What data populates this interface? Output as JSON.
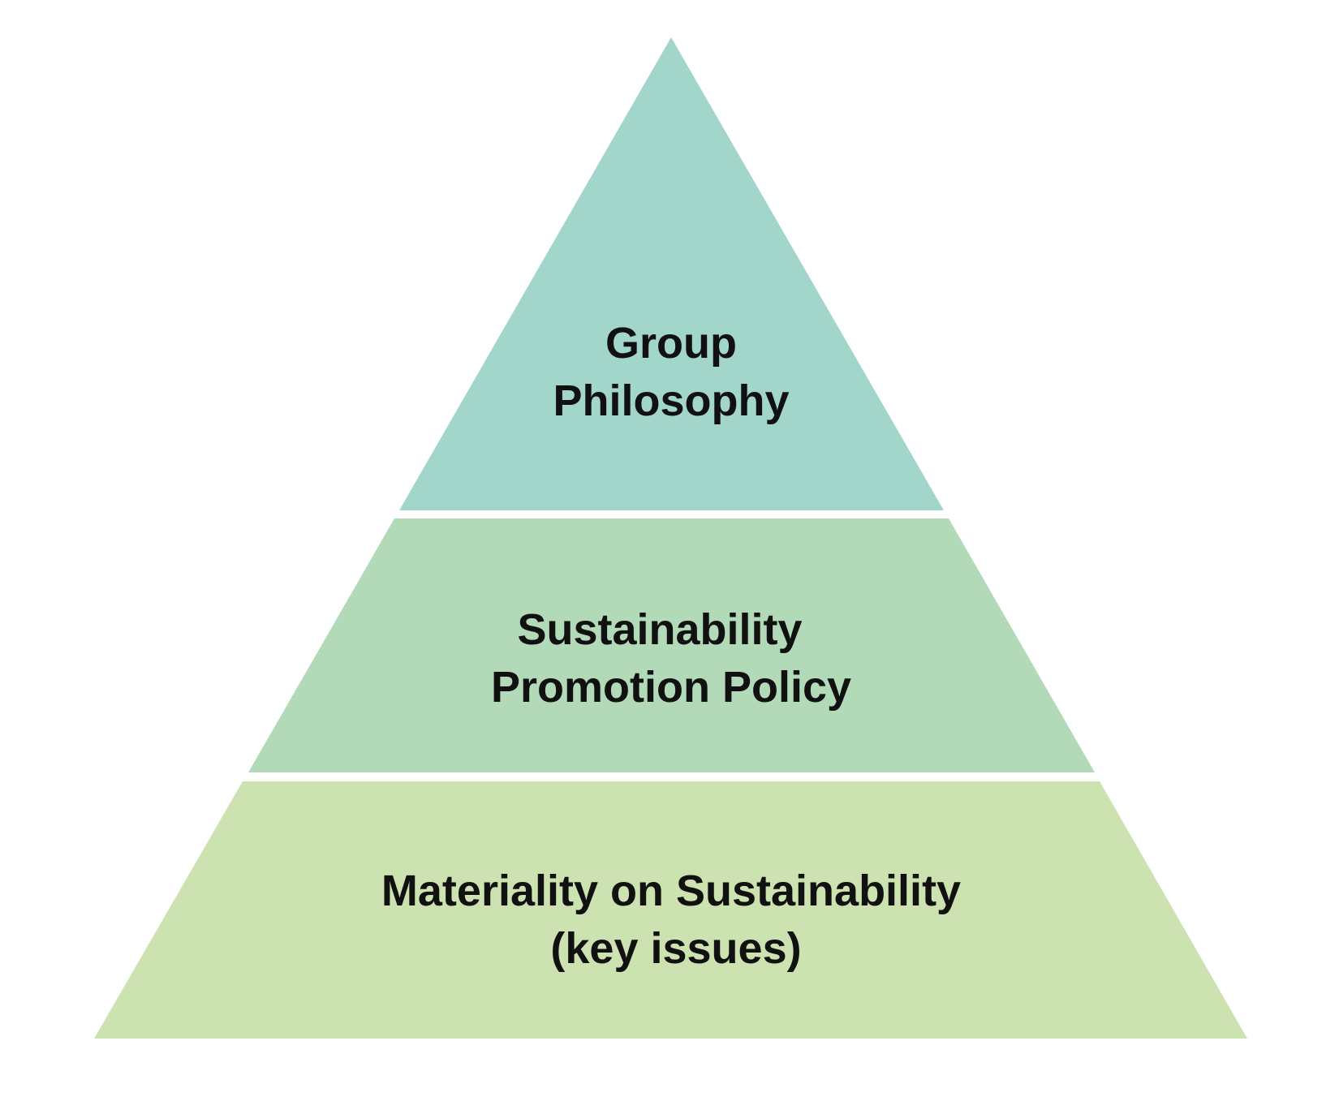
{
  "diagram": {
    "type": "pyramid",
    "tiers": [
      {
        "lines": [
          "Group",
          "Philosophy"
        ],
        "color": "#a3d6ca"
      },
      {
        "lines": [
          "Sustainability",
          "Promotion Policy"
        ],
        "color": "#b3dab8"
      },
      {
        "lines": [
          "Materiality on Sustainability",
          "(key issues)"
        ],
        "color": "#cce2b0"
      }
    ]
  }
}
